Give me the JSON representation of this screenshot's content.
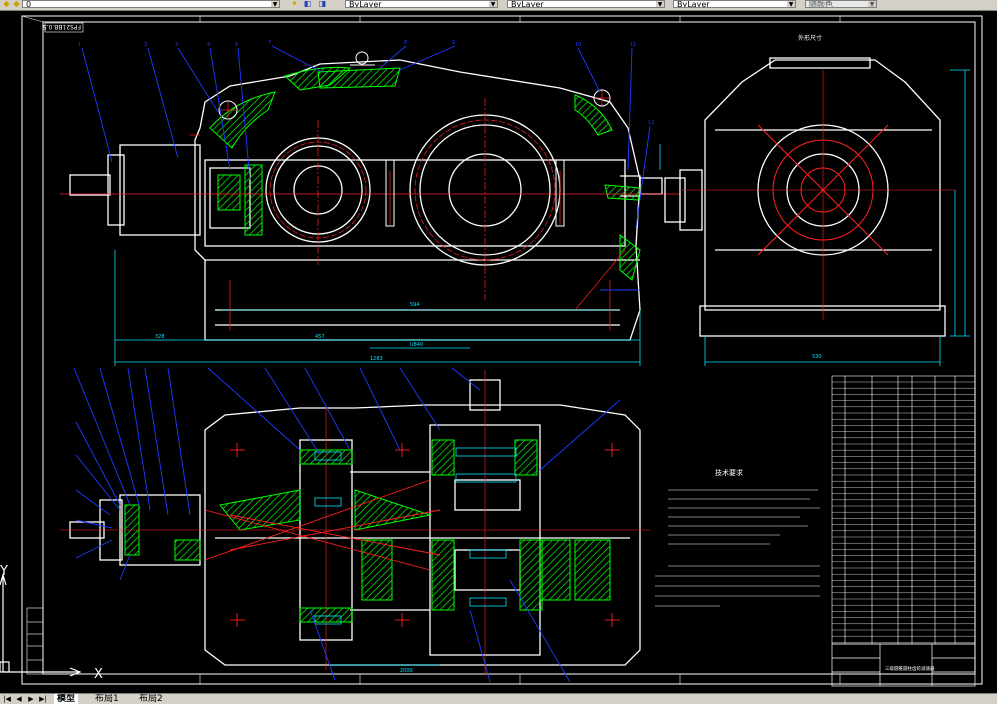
{
  "toolbar": {
    "layer_name": "0",
    "color_value": "ByLayer",
    "linetype_value": "ByLayer",
    "lineweight_value": "ByLayer",
    "plotstyle_value": "随颜色"
  },
  "drawing": {
    "stamp_text": "FPS21BB.0.5",
    "axis_x_label": "X",
    "axis_y_label": "Y",
    "tech_title": "技术要求",
    "dim_section": "外形尺寸",
    "title_block_name": "三级圆锥圆柱齿轮减速器",
    "colors": {
      "background": "#000000",
      "outline": "#ffffff",
      "leader": "#1e3cff",
      "dimension": "#00e5ff",
      "hatch": "#00ff00",
      "center": "#ff2020"
    }
  },
  "tabs": {
    "model": "模型",
    "layout1": "布局1",
    "layout2": "布局2"
  }
}
